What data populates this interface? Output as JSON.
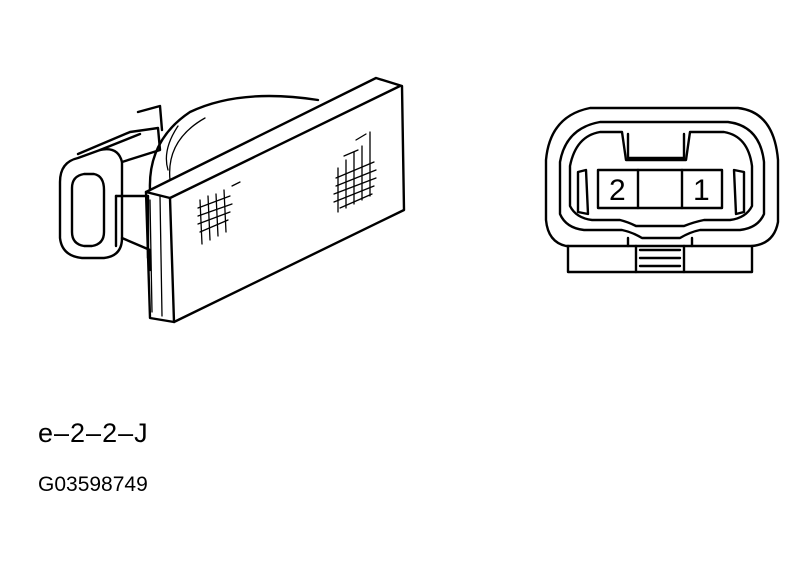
{
  "diagram": {
    "pins": [
      {
        "label": "2"
      },
      {
        "label": "1"
      }
    ],
    "component_code": "e–2–2–J",
    "figure_id": "G03598749"
  }
}
